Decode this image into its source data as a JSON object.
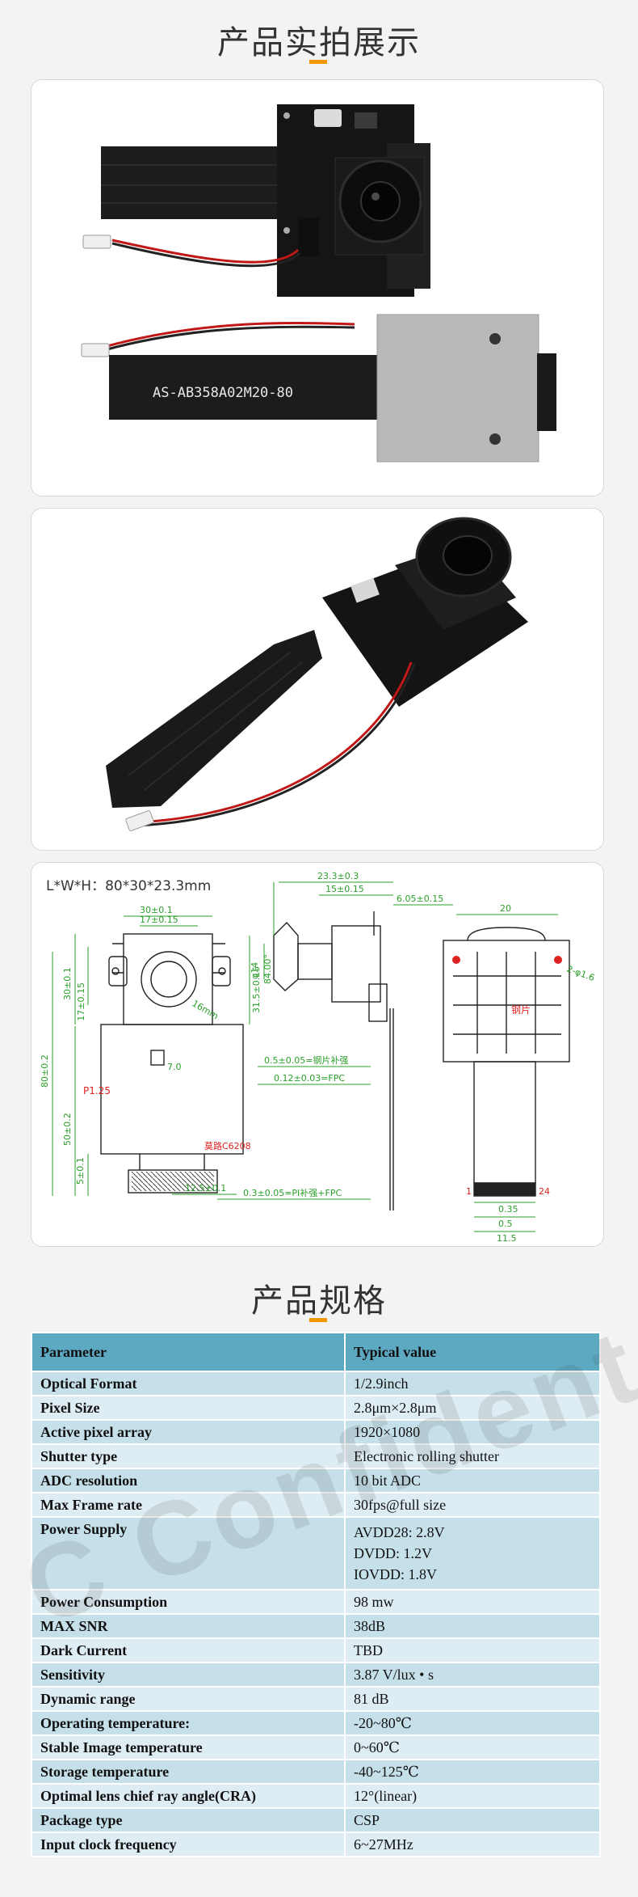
{
  "section1": {
    "title": "产品实拍展示"
  },
  "photo1": {
    "pcb_label": "AS-AB358A02M20-80"
  },
  "drawing": {
    "dims_label": "L*W*H：80*30*23.3mm",
    "front": {
      "w30": "30±0.1",
      "w17": "17±0.15",
      "h17": "17±0.15",
      "h30": "30±0.1",
      "h31": "31.5±0.15",
      "h80": "80±0.2",
      "h50": "50±0.2",
      "h5": "5±0.1",
      "lens": "16mm",
      "w70": "7.0",
      "p125": "P1.25",
      "w12": "12.5±0.1",
      "connector": "莫路C6208"
    },
    "side": {
      "d233": "23.3±0.3",
      "d15": "15±0.15",
      "d605": "6.05±0.15",
      "phi14": "φ14",
      "angle": "84.00°",
      "t05": "0.5±0.05=钢片补强",
      "t012": "0.12±0.03=FPC",
      "t03": "0.3±0.05=PI补强+FPC"
    },
    "back": {
      "w20": "20",
      "hole": "2-φ1.6",
      "steel": "钢片",
      "pin1": "1",
      "pin24": "24",
      "d035": "0.35",
      "d05": "0.5",
      "d115": "11.5"
    }
  },
  "section2": {
    "title": "产品规格"
  },
  "spec": {
    "headers": [
      "Parameter",
      "Typical value"
    ],
    "rows": [
      {
        "p": "Optical Format",
        "v": "1/2.9inch"
      },
      {
        "p": "Pixel Size",
        "v": "2.8μm×2.8μm"
      },
      {
        "p": "Active pixel array",
        "v": "1920×1080"
      },
      {
        "p": "Shutter type",
        "v": "Electronic rolling shutter"
      },
      {
        "p": "ADC resolution",
        "v": "10 bit ADC"
      },
      {
        "p": "Max Frame rate",
        "v": "30fps@full size"
      },
      {
        "p": "Power Supply",
        "v1": "AVDD28: 2.8V",
        "v2": "DVDD: 1.2V",
        "v3": "IOVDD: 1.8V"
      },
      {
        "p": "Power Consumption",
        "v": "98 mw"
      },
      {
        "p": "MAX SNR",
        "v": "38dB"
      },
      {
        "p": "Dark Current",
        "v": "TBD"
      },
      {
        "p": "Sensitivity",
        "v": "3.87 V/lux • s"
      },
      {
        "p": "Dynamic range",
        "v": "81 dB"
      },
      {
        "p": "Operating temperature:",
        "v": "-20~80℃"
      },
      {
        "p": "Stable Image temperature",
        "v": "0~60℃"
      },
      {
        "p": "Storage temperature",
        "v": "-40~125℃"
      },
      {
        "p": "Optimal lens chief ray angle(CRA)",
        "v": "12°(linear)"
      },
      {
        "p": "Package type",
        "v": "CSP"
      },
      {
        "p": "Input clock frequency",
        "v": "6~27MHz"
      }
    ]
  },
  "watermark": {
    "text": "C Confident"
  }
}
